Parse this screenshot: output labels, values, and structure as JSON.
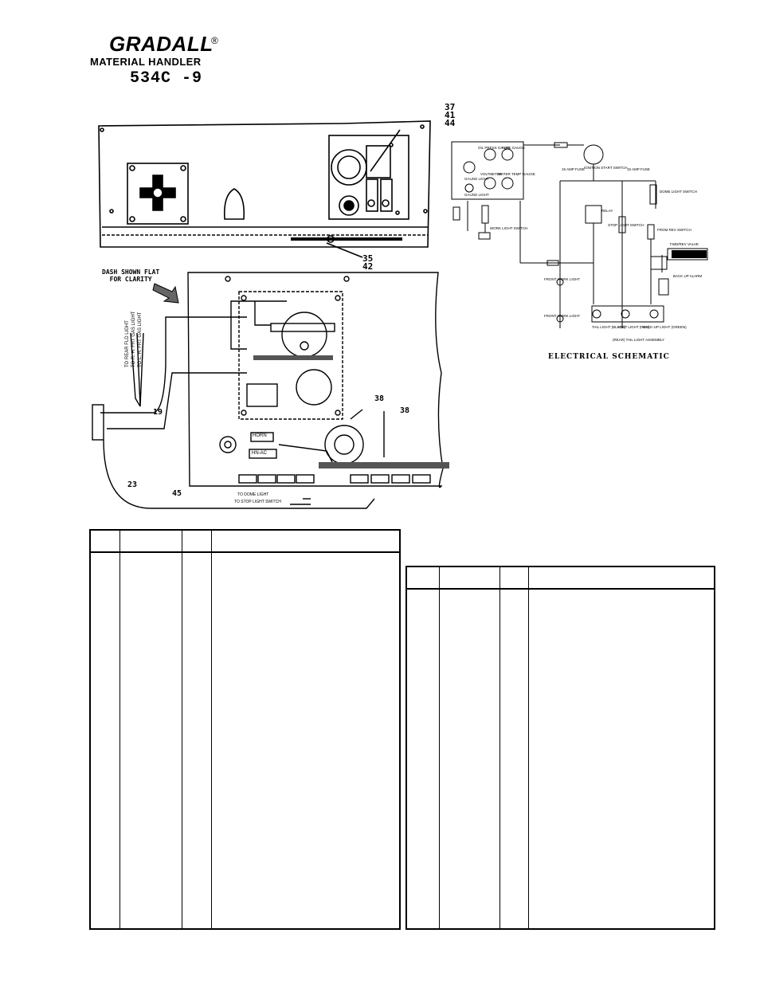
{
  "brand": {
    "name": "GRADALL",
    "registered": "®",
    "subtitle": "MATERIAL HANDLER",
    "model": "534C -9"
  },
  "panel_callouts": {
    "top_right": [
      "37",
      "41",
      "44"
    ],
    "bottom": [
      "35",
      "42"
    ]
  },
  "dash_note": [
    "DASH SHOWN FLAT",
    "FOR CLARITY"
  ],
  "wiring": {
    "wire_labels": [
      "TO REAR FLD LIGHT",
      "TO R. H. FRT GAS LIGHT",
      "TO L. H. FRT GAS LIGHT"
    ],
    "callouts": {
      "c19": "19",
      "c23": "23",
      "c45": "45",
      "c38a": "38",
      "c38b": "38"
    },
    "horn": "HORN",
    "hn_ac": "HN-AC",
    "to_dome": "TO DOME LIGHT",
    "to_stop": "TO STOP LIGHT SWITCH"
  },
  "schematic": {
    "title": "ELECTRICAL SCHEMATIC",
    "labels": {
      "oil_press": "OIL PRESS GAUGE",
      "fuel_gauge": "FUEL GAUGE",
      "gauge_light": "GAUGE LIGHT",
      "voltmeter": "VOLTMETER",
      "water_temp": "WATER TEMP GAUGE",
      "gauge_light2": "GAUGE LIGHT",
      "ignition": "IGNITION START SWITCH",
      "fuse_left": "15 AMP FUSE",
      "fuse_right": "15 AMP FUSE",
      "dome_switch": "DOME LIGHT SWITCH",
      "relay": "RELAY",
      "work_switch": "WORK LIGHT SWITCH",
      "stop_switch": "STOP LIGHT SWITCH",
      "from_rev": "FROM REV SWITCH",
      "fwd_rev_valve": "FWD/REV VALVE",
      "backup_alarm": "BACK UP ALARM",
      "front_work_1": "FRONT WORK LIGHT",
      "front_work_2": "FRONT WORK LIGHT",
      "tail_light": "TAIL LIGHT (BLACK)",
      "stop_light": "STOP LIGHT (RED)",
      "backup_light": "BACK-UP LIGHT (GREEN)",
      "rear_assembly": "(REAR) TAIL LIGHT ASSEMBLY"
    }
  },
  "tables": {
    "left": {
      "headers": [
        "",
        "",
        "",
        ""
      ]
    },
    "right": {
      "headers": [
        "",
        "",
        "",
        ""
      ]
    }
  }
}
